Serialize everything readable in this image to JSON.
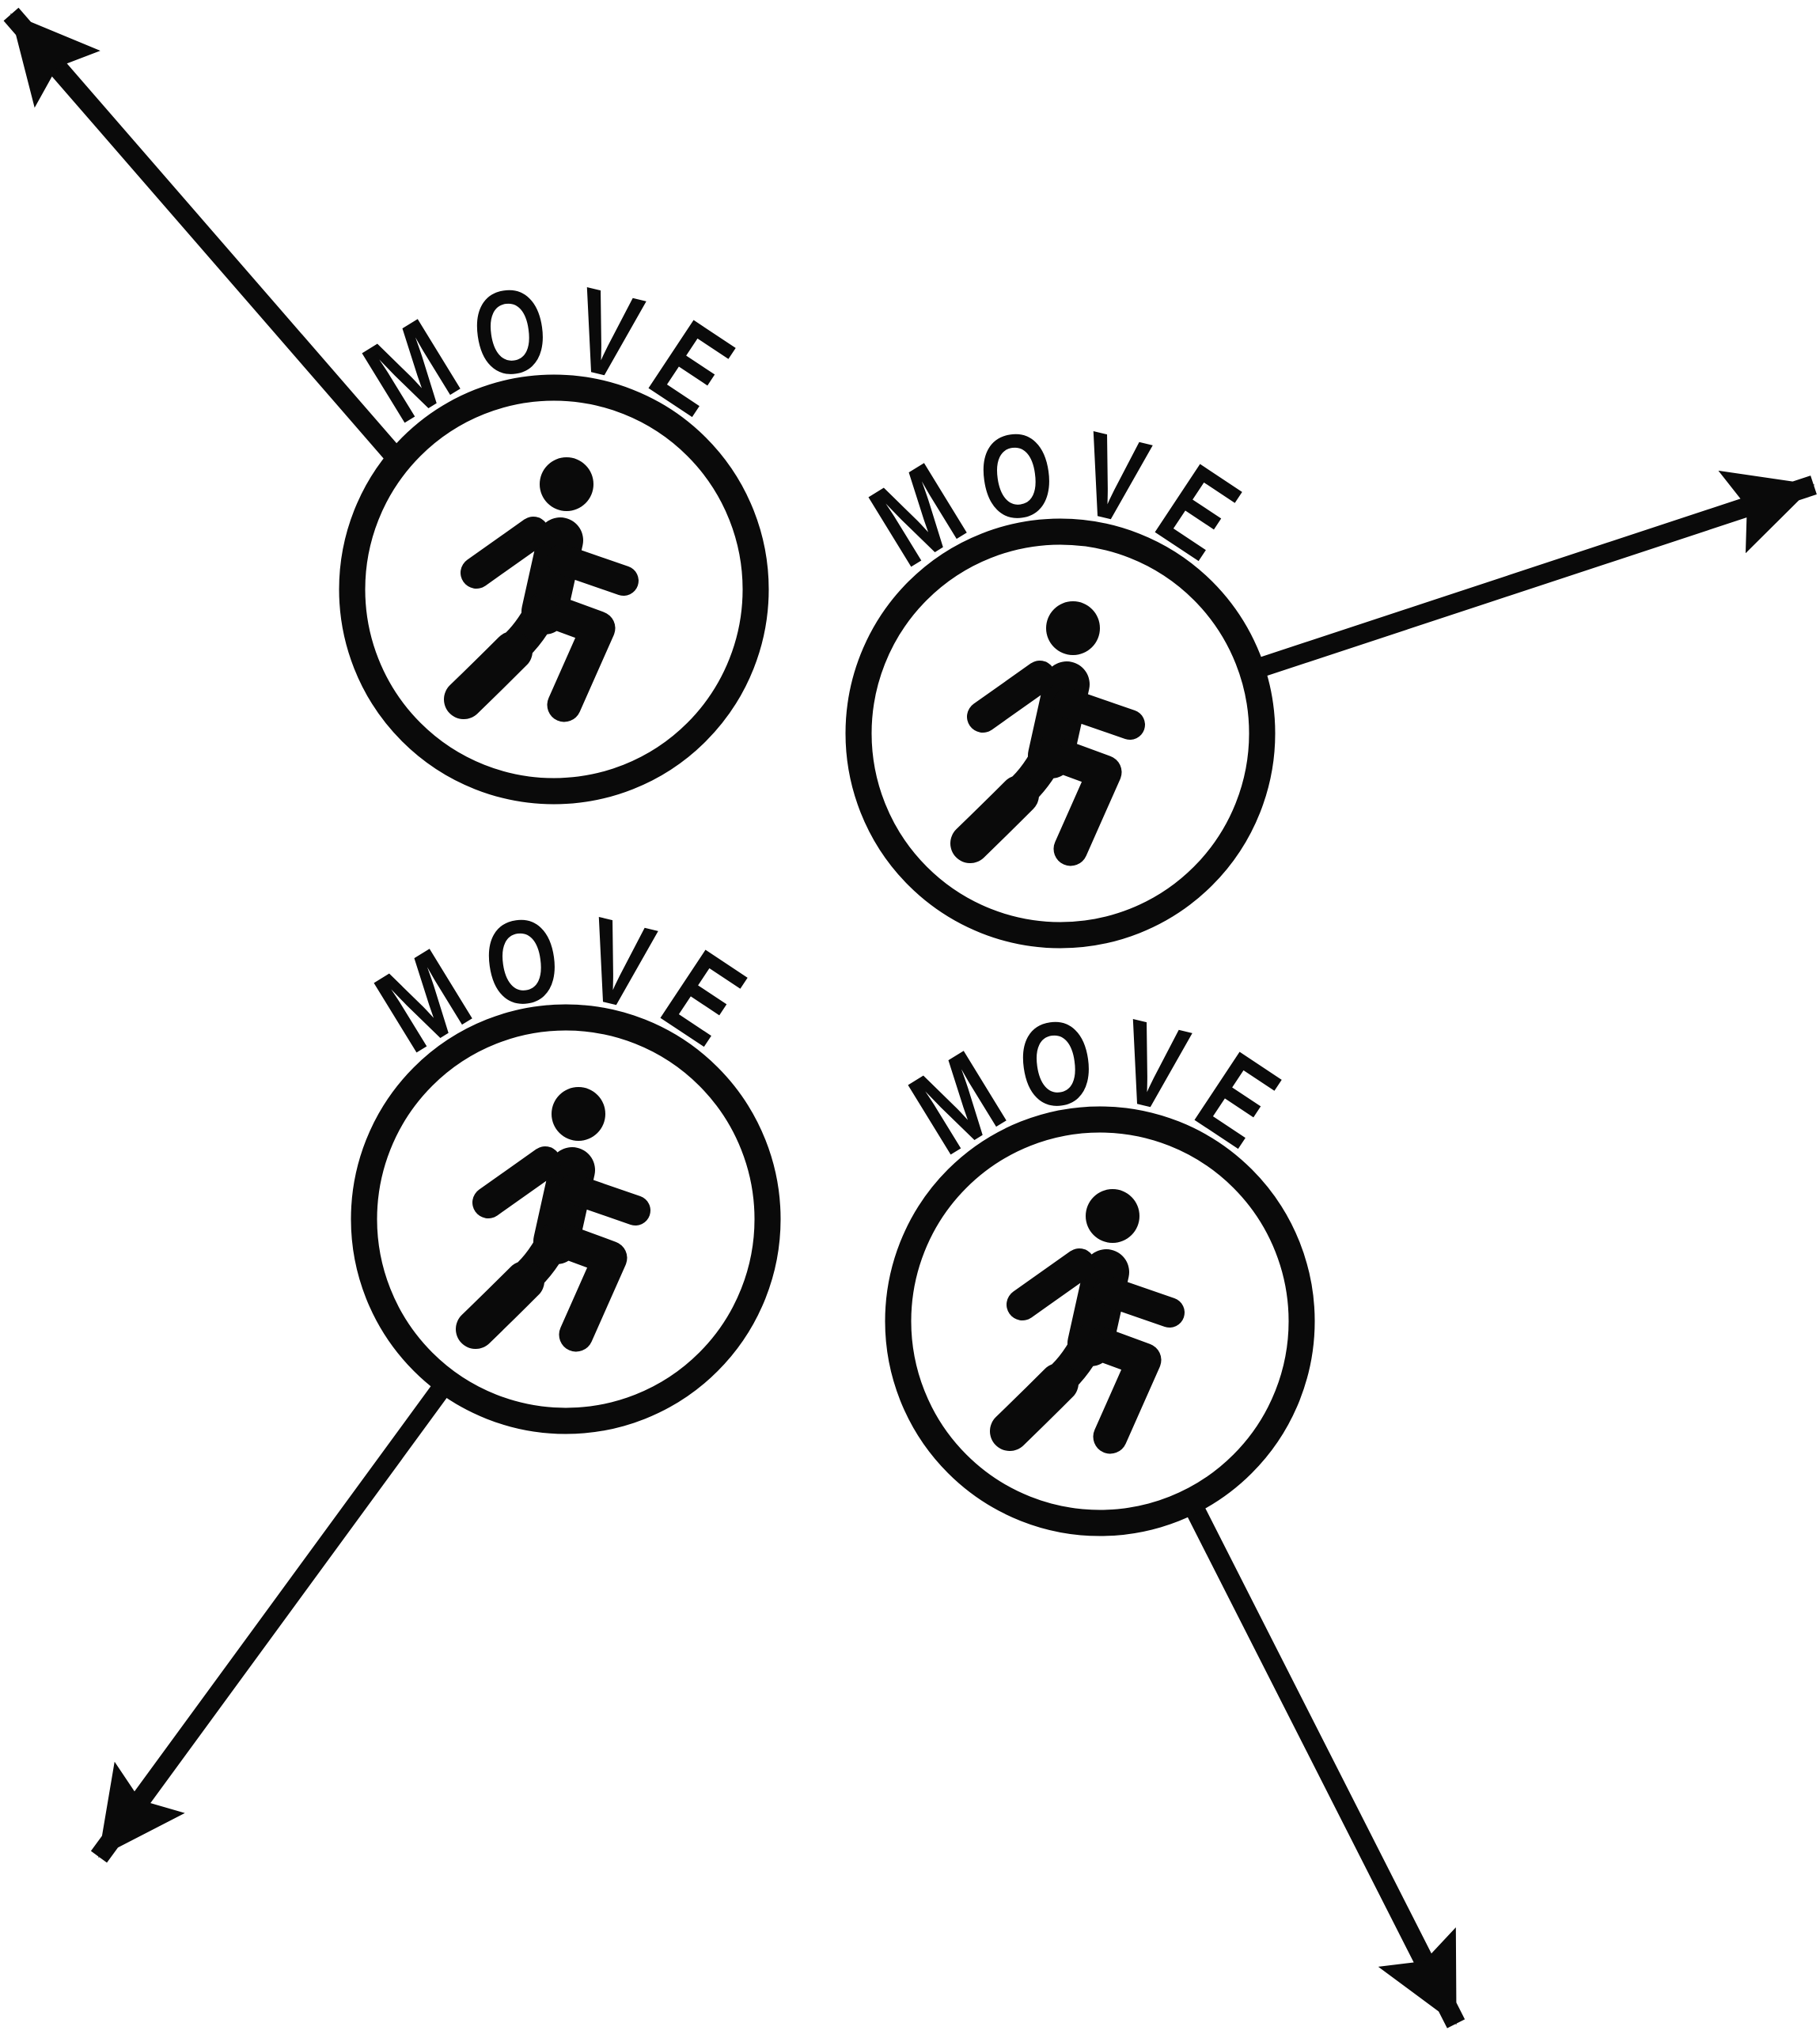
{
  "colors": {
    "ink": "#0a0a0a",
    "background": "#ffffff"
  },
  "units": [
    {
      "label": "MOVE",
      "icon": "running-person-icon",
      "arrow_direction": "up-left"
    },
    {
      "label": "MOVE",
      "icon": "running-person-icon",
      "arrow_direction": "right"
    },
    {
      "label": "MOVE",
      "icon": "running-person-icon",
      "arrow_direction": "down-left"
    },
    {
      "label": "MOVE",
      "icon": "running-person-icon",
      "arrow_direction": "down-right"
    }
  ]
}
